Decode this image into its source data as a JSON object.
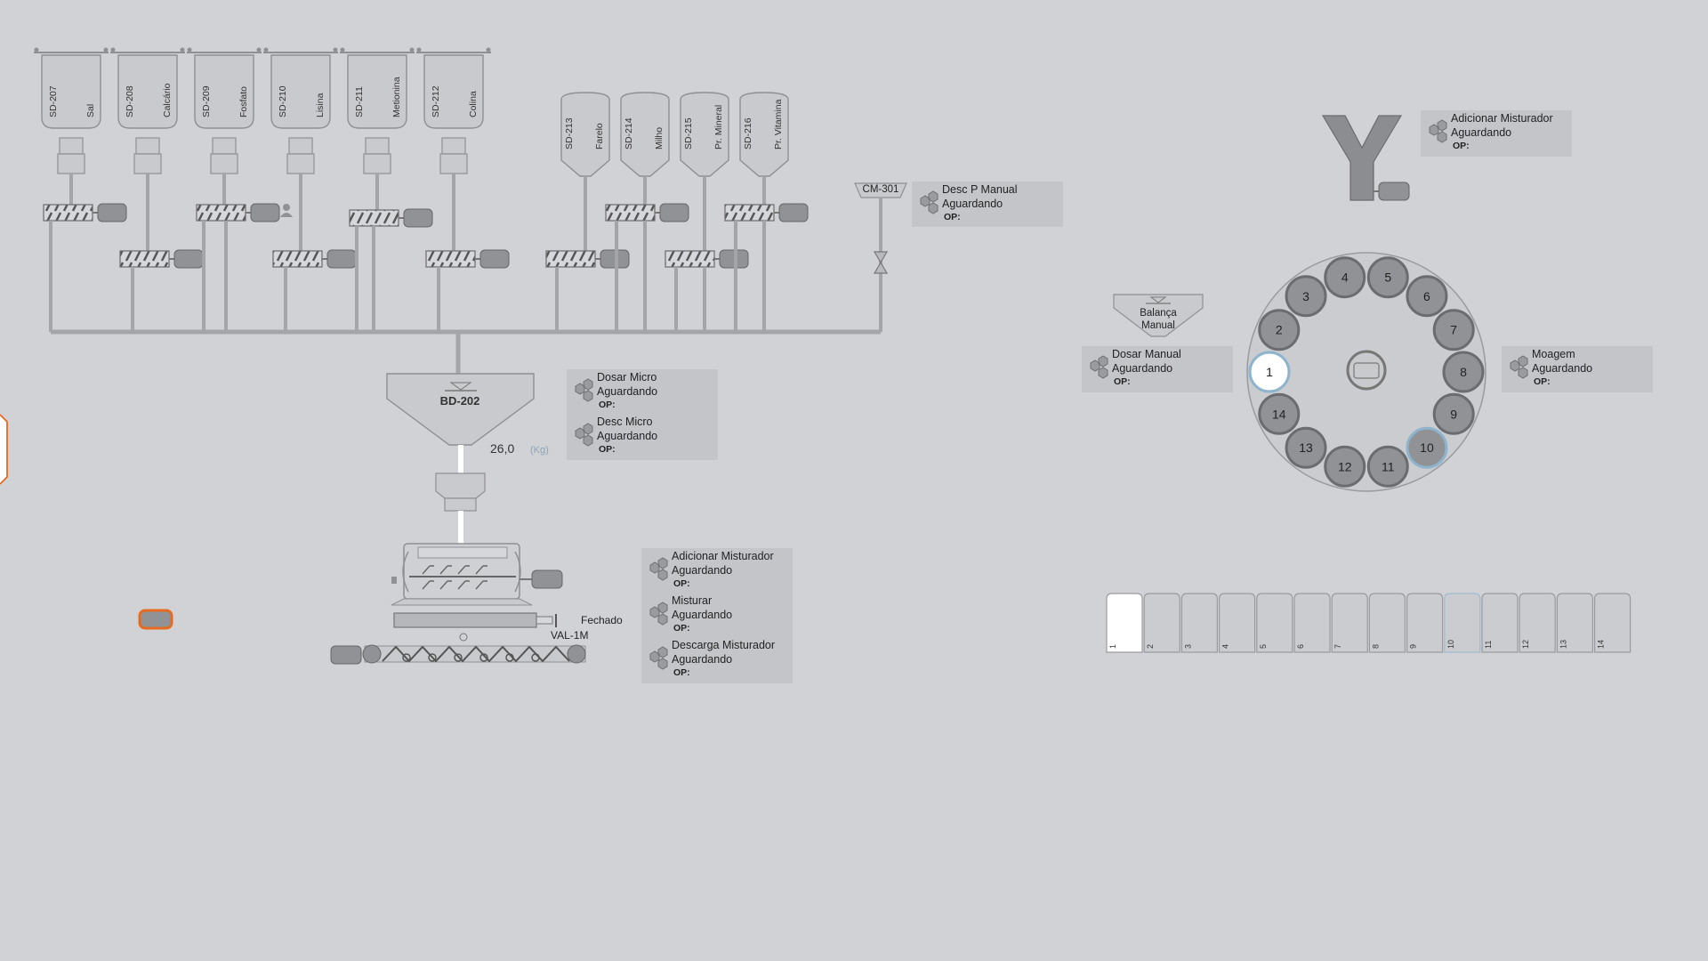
{
  "silos_top": [
    {
      "tag": "SD-207",
      "name": "Sal"
    },
    {
      "tag": "SD-208",
      "name": "Calcário"
    },
    {
      "tag": "SD-209",
      "name": "Fosfato"
    },
    {
      "tag": "SD-210",
      "name": "Lisina"
    },
    {
      "tag": "SD-211",
      "name": "Metionina"
    },
    {
      "tag": "SD-212",
      "name": "Colina"
    }
  ],
  "silos_mid": [
    {
      "tag": "SD-213",
      "name": "Farelo"
    },
    {
      "tag": "SD-214",
      "name": "Milho"
    },
    {
      "tag": "SD-215",
      "name": "Pr. Mineral"
    },
    {
      "tag": "SD-216",
      "name": "Pr. Vitamina"
    }
  ],
  "cm301": {
    "tag": "CM-301"
  },
  "bd202": {
    "tag": "BD-202",
    "weight": "26,0",
    "unit": "(Kg)"
  },
  "mixer": {
    "valve_state": "Fechado",
    "valve_tag": "VAL-1M"
  },
  "balanca": {
    "line1": "Balança",
    "line2": "Manual"
  },
  "status": {
    "desc_p_manual": {
      "name": "Desc P Manual",
      "state": "Aguardando",
      "op": "OP:"
    },
    "dosar_micro": {
      "name": "Dosar Micro",
      "state": "Aguardando",
      "op": "OP:"
    },
    "desc_micro": {
      "name": "Desc Micro",
      "state": "Aguardando",
      "op": "OP:"
    },
    "adicionar_misturador_mix": {
      "name": "Adicionar Misturador",
      "state": "Aguardando",
      "op": "OP:"
    },
    "misturar": {
      "name": "Misturar",
      "state": "Aguardando",
      "op": "OP:"
    },
    "descarga_misturador": {
      "name": "Descarga Misturador",
      "state": "Aguardando",
      "op": "OP:"
    },
    "adicionar_misturador_top": {
      "name": "Adicionar Misturador",
      "state": "Aguardando",
      "op": "OP:"
    },
    "dosar_manual": {
      "name": "Dosar Manual",
      "state": "Aguardando",
      "op": "OP:"
    },
    "moagem": {
      "name": "Moagem",
      "state": "Aguardando",
      "op": "OP:"
    }
  },
  "carousel": {
    "positions": [
      "1",
      "2",
      "3",
      "4",
      "5",
      "6",
      "7",
      "8",
      "9",
      "10",
      "11",
      "12",
      "13",
      "14"
    ],
    "selected": "1",
    "highlighted": "10"
  },
  "bins": [
    "1",
    "2",
    "3",
    "4",
    "5",
    "6",
    "7",
    "8",
    "9",
    "10",
    "11",
    "12",
    "13",
    "14"
  ],
  "colors": {
    "background": "#d1d2d6",
    "equipment": "#c9cacd",
    "equipment_stroke": "#8e9094",
    "pipe": "#a4a5a9",
    "motor": "#909296",
    "alarm_motor": "#e56b1f",
    "selected": "#ffffff",
    "highlight_ring": "#8db4cc"
  },
  "icons": [
    "hexagon-status-icon",
    "screw-conveyor-icon",
    "motor-icon",
    "valve-icon",
    "person-icon",
    "scale-icon"
  ]
}
